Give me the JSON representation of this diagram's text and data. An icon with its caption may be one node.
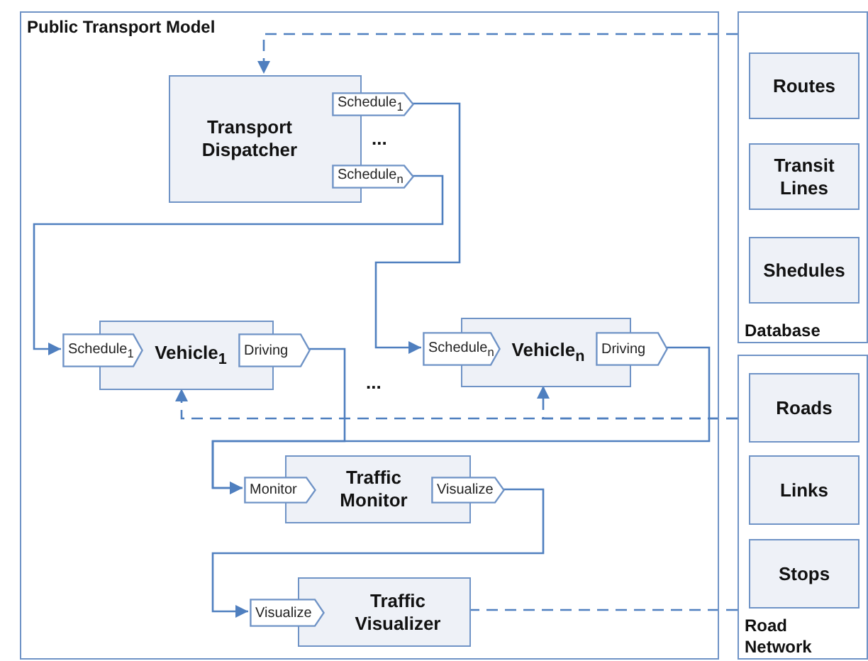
{
  "diagram": {
    "nodes": [
      {
        "text": [
          "Public Transport Model"
        ]
      },
      {
        "text": [
          "Transport Dispatcher"
        ],
        "in": 0
      },
      {
        "text": [
          "Schedule$_{1}$"
        ],
        "in": 0
      },
      {
        "text": [
          "Schedule$_{n}$"
        ],
        "in": 0
      },
      {
        "text": [
          "Vehicle$_{1}$"
        ],
        "in": 0
      },
      {
        "text": [
          "Schedule$_{1}$"
        ],
        "in": 0
      },
      {
        "text": [
          "Driving"
        ],
        "in": 0
      },
      {
        "text": [
          "Vehicle$_{n}$"
        ],
        "in": 0
      },
      {
        "text": [
          "Schedule$_{n}$"
        ],
        "in": 0
      },
      {
        "text": [
          "Driving"
        ],
        "in": 0
      },
      {
        "text": [
          "Traffic Monitor"
        ],
        "in": 0
      },
      {
        "text": [
          "Monitor"
        ],
        "in": 0
      },
      {
        "text": [
          "Visualize"
        ],
        "in": 0
      },
      {
        "text": [
          "Traffic Visualizer"
        ],
        "in": 0
      },
      {
        "text": [
          "Visualize"
        ],
        "in": 0
      },
      {
        "text": [
          "Database"
        ]
      },
      {
        "text": [
          "Routes"
        ],
        "in": 15
      },
      {
        "text": [
          "Transit Lines"
        ],
        "in": 15
      },
      {
        "text": [
          "Shedules"
        ],
        "in": 15
      },
      {
        "text": [
          "Road Network"
        ]
      },
      {
        "text": [
          "Roads"
        ],
        "in": 19
      },
      {
        "text": [
          "Links"
        ],
        "in": 19
      },
      {
        "text": [
          "Stops"
        ],
        "in": 19
      }
    ],
    "edges": [
      {
        "from": 2,
        "to": 8,
        "arrow": "to"
      },
      {
        "from": 3,
        "to": 5,
        "arrow": "to"
      },
      {
        "from": 6,
        "to": 11,
        "arrow": "to"
      },
      {
        "from": 9,
        "to": 11,
        "arrow": "to"
      },
      {
        "from": 12,
        "to": 14,
        "arrow": "to"
      },
      {
        "from": 15,
        "to": 1,
        "arrow": "to",
        "style": "dashed"
      },
      {
        "from": 19,
        "to": 4,
        "arrow": "to",
        "style": "dashed"
      },
      {
        "from": 19,
        "to": 7,
        "arrow": "to",
        "style": "dashed"
      },
      {
        "from": 19,
        "to": 13,
        "arrow": "to",
        "style": "dashed"
      }
    ],
    "labels": [
      "...",
      "..."
    ]
  }
}
